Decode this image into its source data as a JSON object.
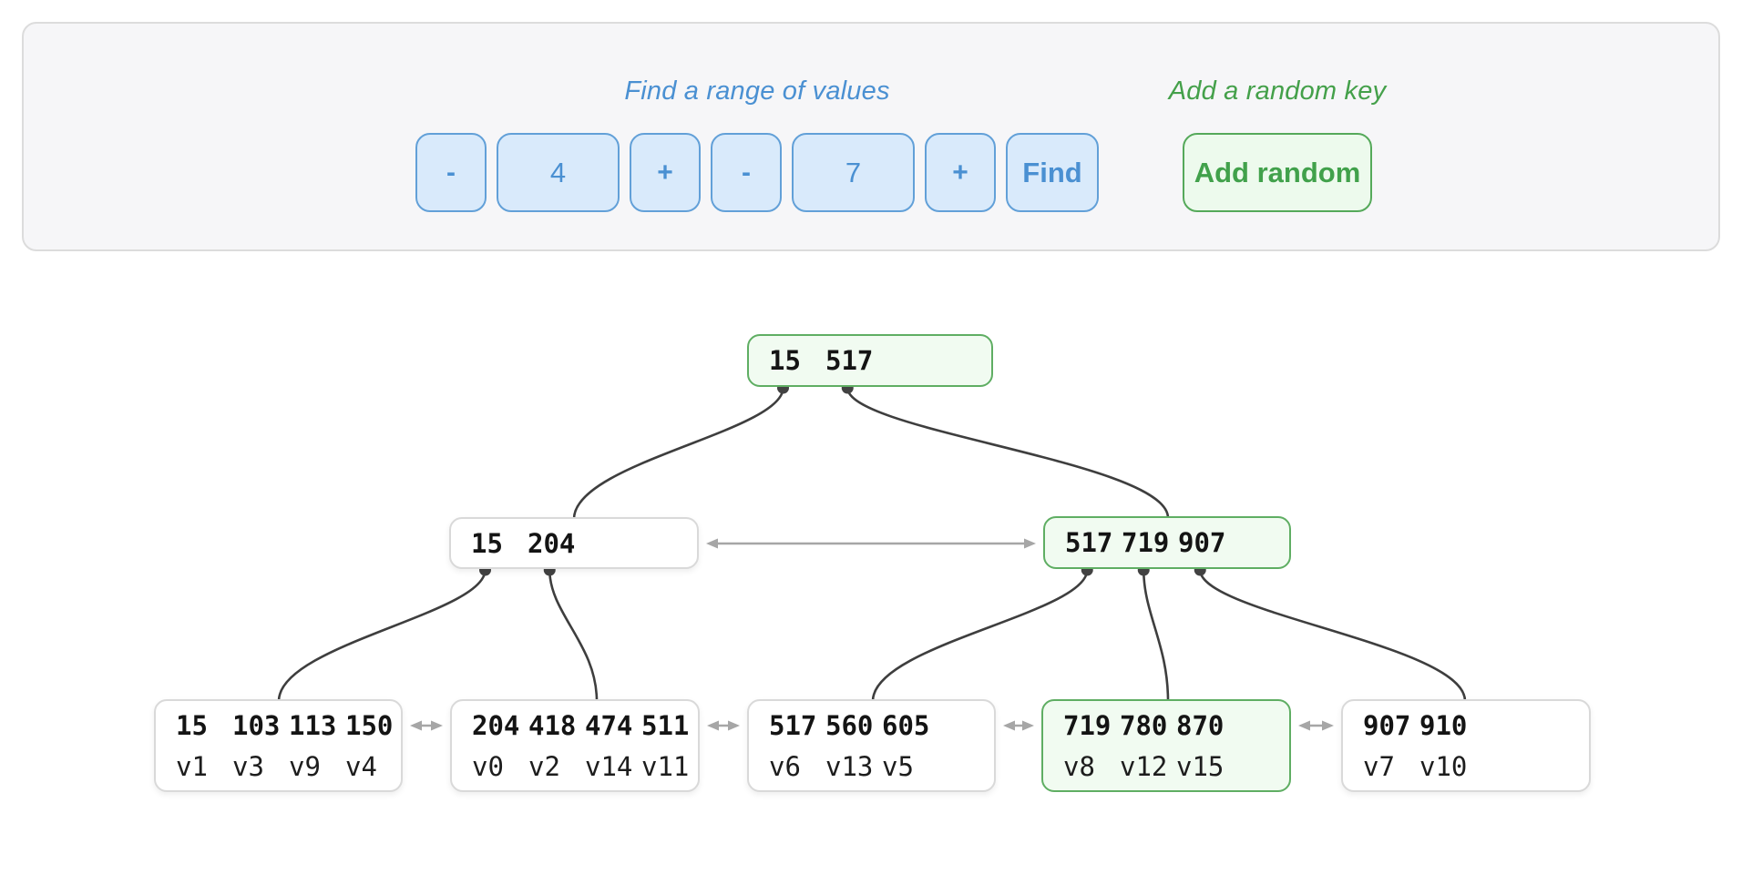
{
  "toolbar": {
    "find_label": "Find a range of values",
    "random_label": "Add a random key",
    "find_controls": {
      "min_dec": "-",
      "min_value": "4",
      "min_inc": "+",
      "max_dec": "-",
      "max_value": "7",
      "max_inc": "+",
      "find_button": "Find"
    },
    "add_random_button": "Add random"
  },
  "tree": {
    "nodes": [
      {
        "id": "root",
        "keys": [
          "15",
          "517"
        ],
        "values": null,
        "highlight": true
      },
      {
        "id": "i0",
        "keys": [
          "15",
          "204"
        ],
        "values": null,
        "highlight": false
      },
      {
        "id": "i1",
        "keys": [
          "517",
          "719",
          "907"
        ],
        "values": null,
        "highlight": true
      },
      {
        "id": "l0",
        "keys": [
          "15",
          "103",
          "113",
          "150"
        ],
        "values": [
          "v1",
          "v3",
          "v9",
          "v4"
        ],
        "highlight": false
      },
      {
        "id": "l1",
        "keys": [
          "204",
          "418",
          "474",
          "511"
        ],
        "values": [
          "v0",
          "v2",
          "v14",
          "v11"
        ],
        "highlight": false
      },
      {
        "id": "l2",
        "keys": [
          "517",
          "560",
          "605"
        ],
        "values": [
          "v6",
          "v13",
          "v5"
        ],
        "highlight": false
      },
      {
        "id": "l3",
        "keys": [
          "719",
          "780",
          "870"
        ],
        "values": [
          "v8",
          "v12",
          "v15"
        ],
        "highlight": true
      },
      {
        "id": "l4",
        "keys": [
          "907",
          "910"
        ],
        "values": [
          "v7",
          "v10"
        ],
        "highlight": false
      }
    ],
    "edges": [
      {
        "from": "root",
        "slot": 0,
        "to": "i0"
      },
      {
        "from": "root",
        "slot": 1,
        "to": "i1"
      },
      {
        "from": "i0",
        "slot": 0,
        "to": "l0"
      },
      {
        "from": "i0",
        "slot": 1,
        "to": "l1"
      },
      {
        "from": "i1",
        "slot": 0,
        "to": "l2"
      },
      {
        "from": "i1",
        "slot": 1,
        "to": "l3"
      },
      {
        "from": "i1",
        "slot": 2,
        "to": "l4"
      }
    ],
    "sibling_links": [
      [
        "i0",
        "i1"
      ],
      [
        "l0",
        "l1"
      ],
      [
        "l1",
        "l2"
      ],
      [
        "l2",
        "l3"
      ],
      [
        "l3",
        "l4"
      ]
    ]
  },
  "colors": {
    "blue_text": "#4a90d2",
    "blue_fill": "#d9eafb",
    "blue_border": "#62a0d8",
    "green_text": "#41a14b",
    "green_fill": "#edfaed",
    "green_border": "#55a95a",
    "node_green_fill": "#f1fbf1",
    "node_green_border": "#5fae63",
    "node_border": "#d9d9d9",
    "edge": "#3e3e3e",
    "dot": "#424242",
    "arrow": "#a6a6a6"
  }
}
